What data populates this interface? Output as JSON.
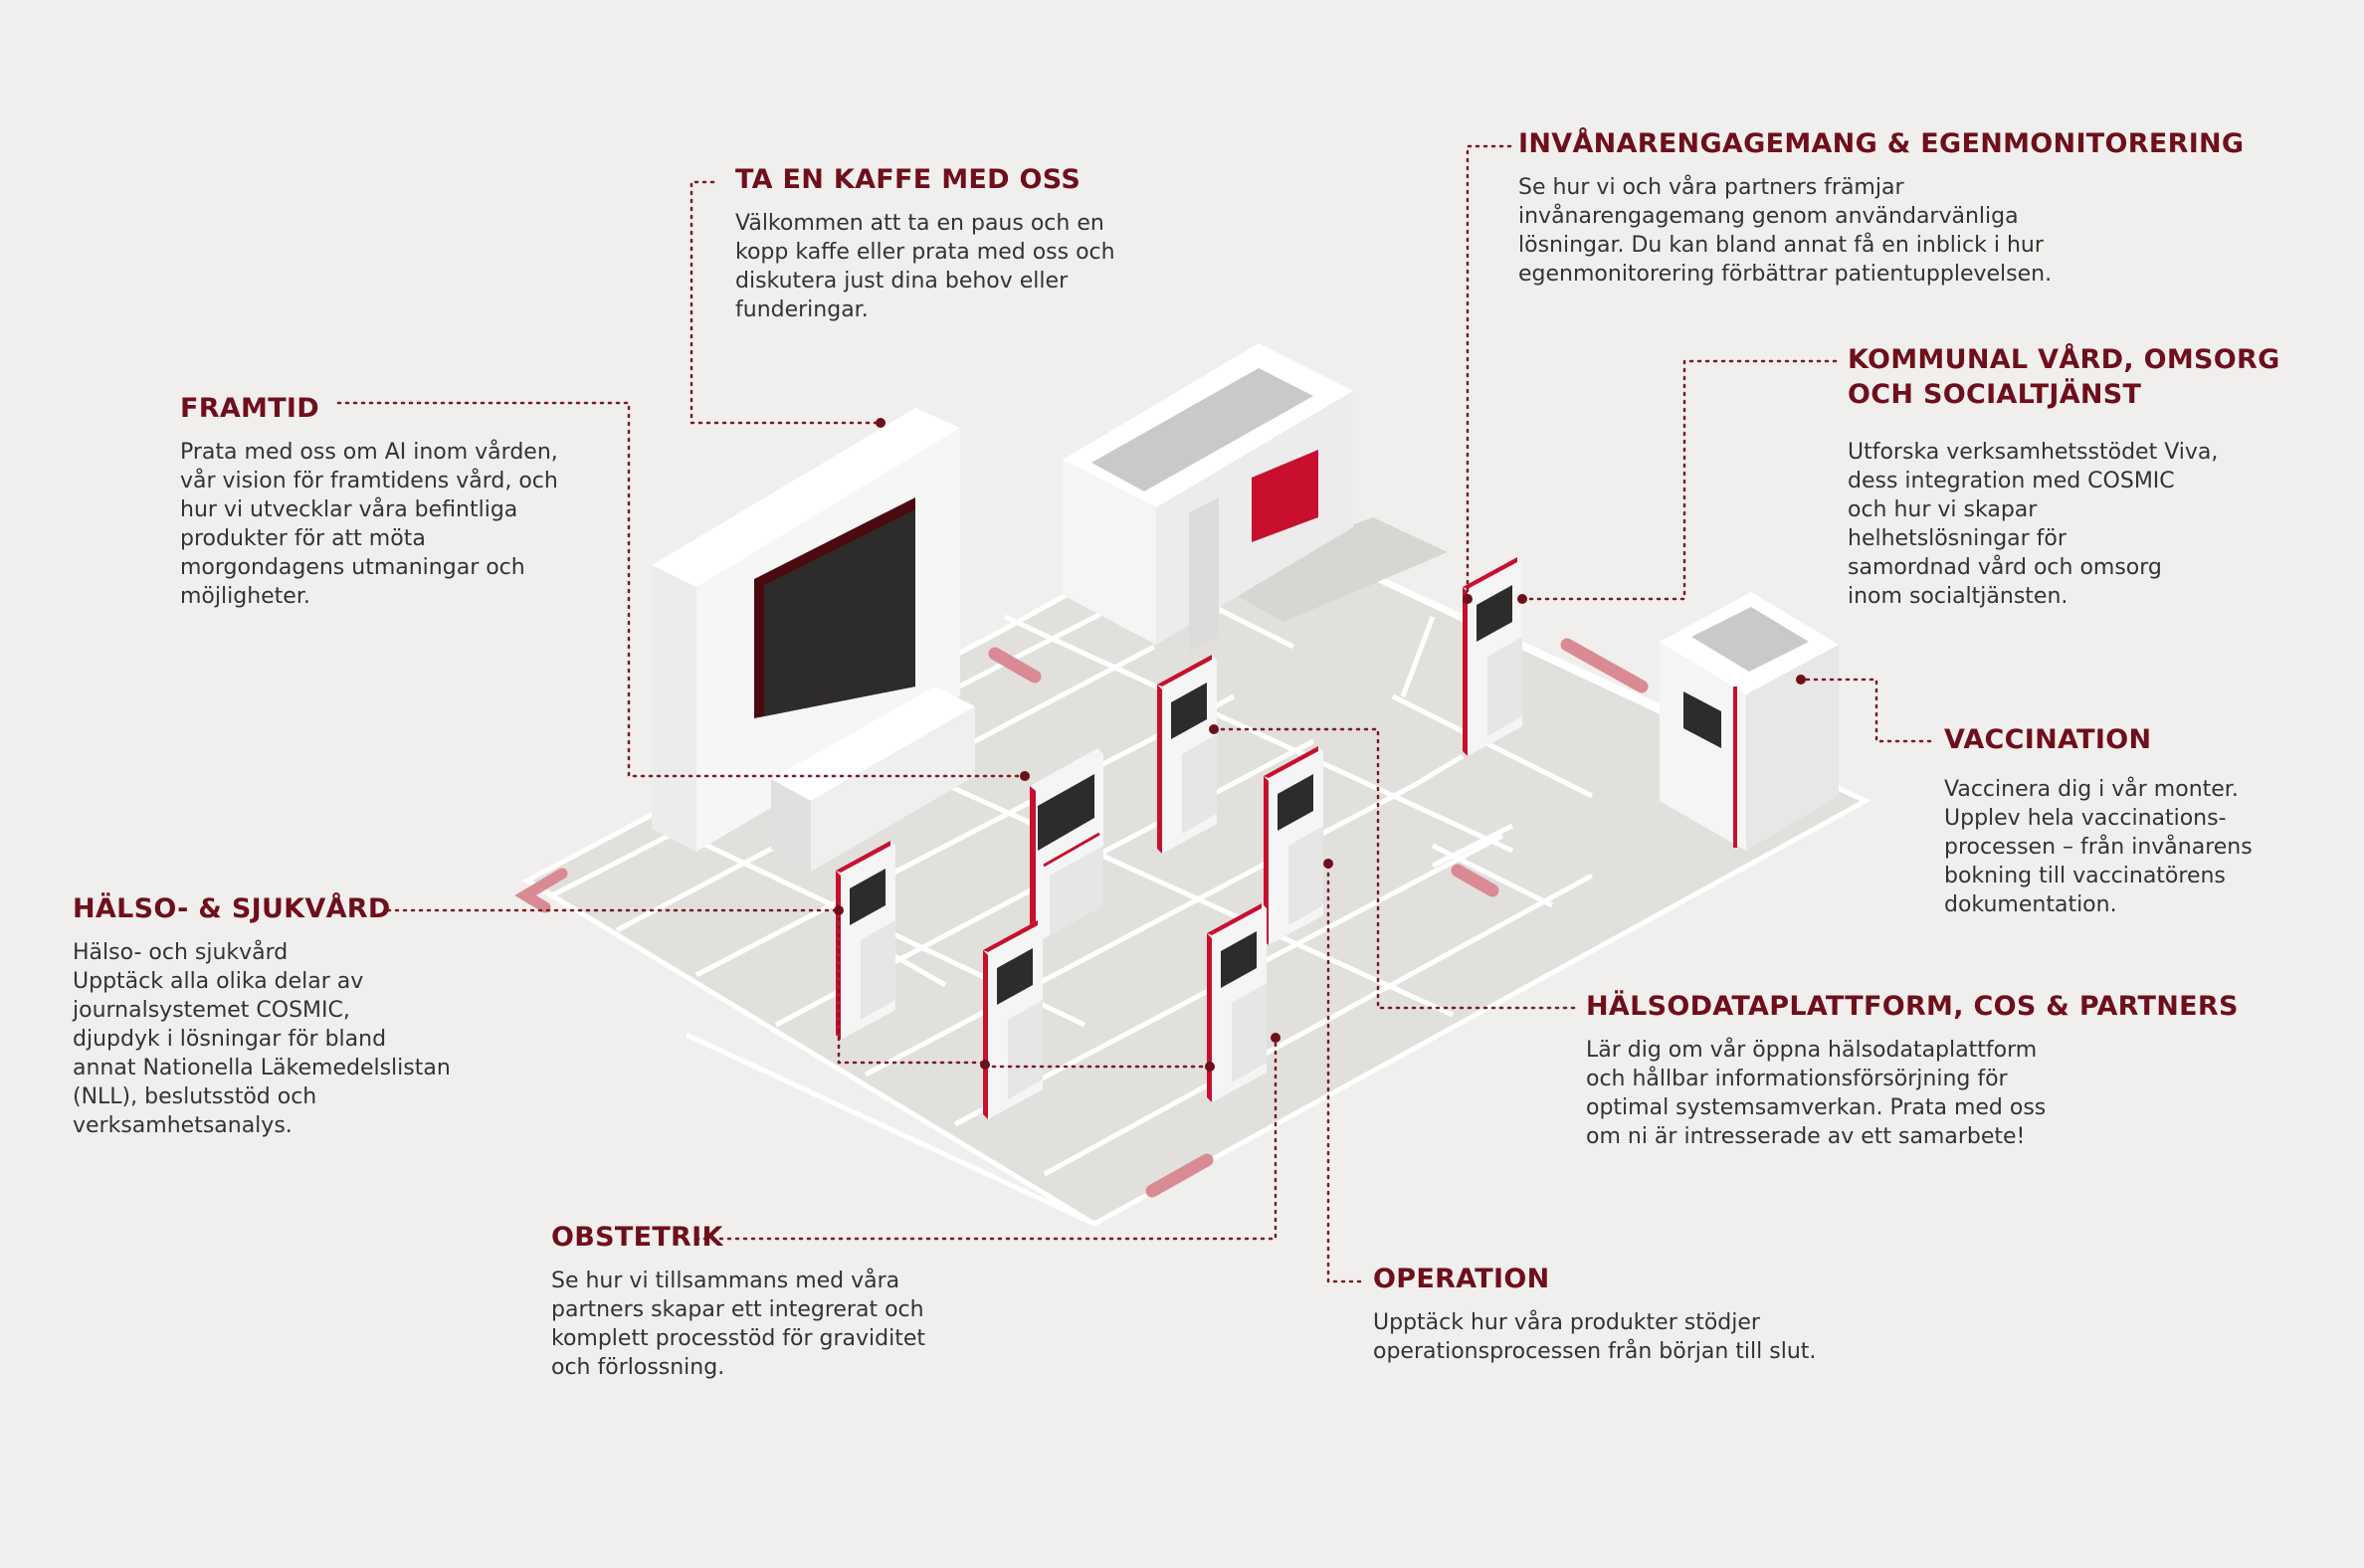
{
  "colors": {
    "background": "#f1efed",
    "heading": "#6e0f1b",
    "leader": "#7b1a25",
    "accent_red": "#c8102e",
    "floor": "#e2e0dd",
    "floor_line": "#ffffff",
    "wall_top": "#ffffff",
    "wall_left": "#f3f3f3",
    "wall_right": "#e4e4e4",
    "screen": "#2e2b2b",
    "barrier": "#d98a93"
  },
  "labels": {
    "kaffe": {
      "title": "TA EN KAFFE MED OSS",
      "text": "Välkommen att ta en paus och en\nkopp kaffe eller prata med oss och\ndiskutera just dina behov eller\nfunderingar."
    },
    "framtid": {
      "title": "FRAMTID",
      "text": "Prata med oss om AI inom vården,\nvår vision för framtidens vård, och\nhur vi utvecklar våra befintliga\nprodukter för att möta\nmorgondagens utmaningar och\nmöjligheter."
    },
    "invanare": {
      "title": "INVÅNARENGAGEMANG & EGENMONITORERING",
      "text": "Se hur vi och våra partners främjar\ninvånarengagemang genom användarvänliga\nlösningar. Du kan bland annat få en inblick i hur\negenmonitorering förbättrar patientupplevelsen."
    },
    "kommunal": {
      "title": "KOMMUNAL VÅRD, OMSORG\nOCH SOCIALTJÄNST",
      "text": "Utforska verksamhetsstödet Viva,\ndess integration med COSMIC\noch hur vi skapar\n helhetslösningar för\n samordnad vård och omsorg\ninom socialtjänsten."
    },
    "vaccination": {
      "title": "VACCINATION",
      "text": "Vaccinera dig i vår monter.\nUpplev hela vaccinations-\nprocessen – från invånarens\nbokning till vaccinatörens\ndokumentation."
    },
    "halso": {
      "title": "HÄLSO- & SJUKVÅRD",
      "text": "Hälso- och sjukvård\nUpptäck alla olika delar av\n journalsystemet COSMIC,\n djupdyk i lösningar för bland\nannat Nationella Läkemedelslistan\n(NLL), beslutsstöd och\nverksamhetsanalys."
    },
    "halsodata": {
      "title": "HÄLSODATAPLATTFORM, COS & PARTNERS",
      "text": "Lär dig om vår öppna hälsodataplattform\noch hållbar informationsförsörjning för\noptimal systemsamverkan. Prata med oss\nom ni är intresserade av ett samarbete!"
    },
    "obstetrik": {
      "title": "OBSTETRIK",
      "text": "Se hur vi tillsammans med våra\npartners skapar ett integrerat och\nkomplett processtöd för graviditet\noch förlossning."
    },
    "operation": {
      "title": "OPERATION",
      "text": "Upptäck hur våra produkter stödjer\noperationsprocessen från början till slut."
    }
  }
}
